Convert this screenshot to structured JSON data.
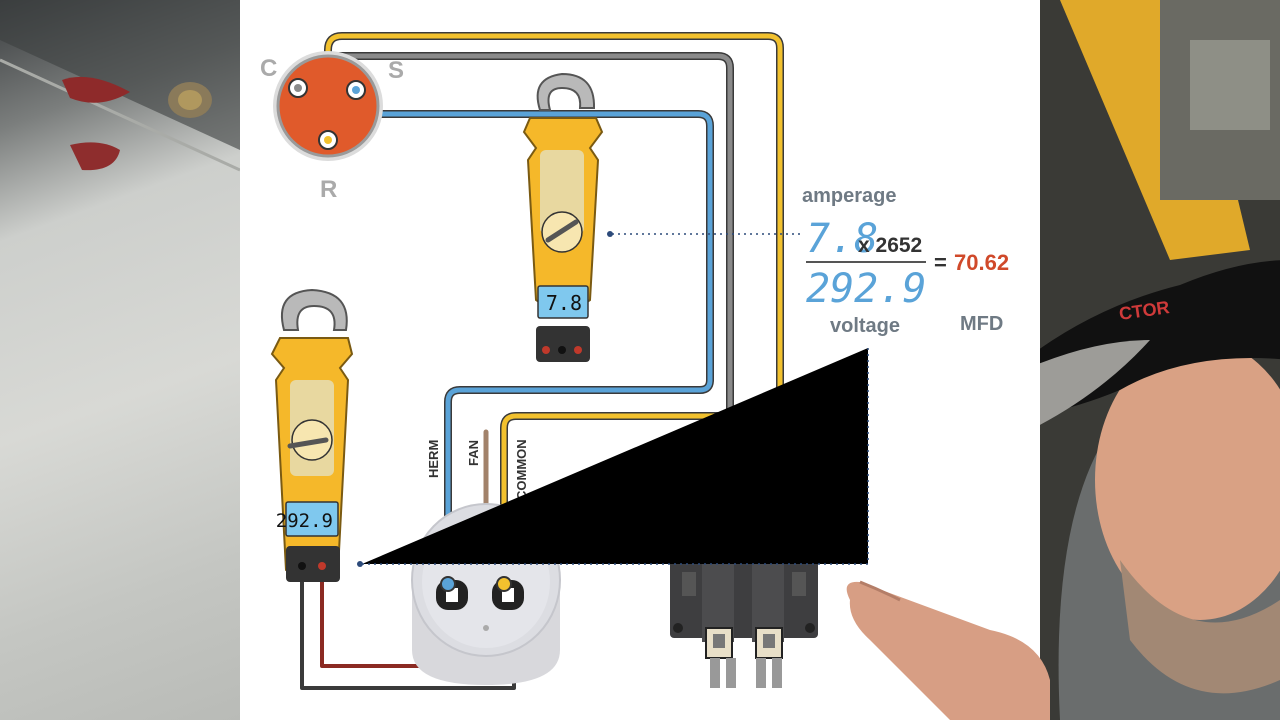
{
  "compressor": {
    "terminal_c": "C",
    "terminal_s": "S",
    "terminal_r": "R"
  },
  "capacitor": {
    "label_herm": "HERM",
    "label_fan": "FAN",
    "label_common": "COMMON"
  },
  "meter_top": {
    "display": "7.8"
  },
  "meter_left": {
    "display": "292.9"
  },
  "formula": {
    "amperage_label": "amperage",
    "amperage_value": "7.8",
    "multiplier": "x 2652",
    "voltage_value": "292.9",
    "voltage_label": "voltage",
    "equals": "=",
    "result": "70.62",
    "unit": "MFD"
  },
  "colors": {
    "yellow_wire": "#f2c12e",
    "blue_wire": "#5aa3d8",
    "gray_wire": "#8a8a8a",
    "brown_wire": "#a2826a",
    "red_lead": "#8b2a22",
    "black_lead": "#3a3a3a",
    "compressor": "#e05a2b",
    "meter_body": "#f5b82a",
    "result_red": "#d0492a",
    "lcd_blue": "#5aa3d8"
  }
}
